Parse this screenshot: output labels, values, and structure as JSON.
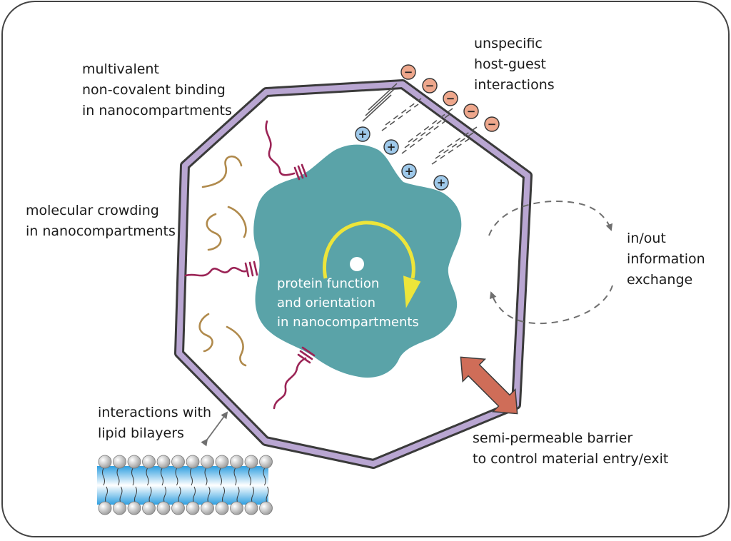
{
  "labels": {
    "multivalent": [
      "multivalent",
      "non-covalent binding",
      "in nanocompartments"
    ],
    "unspecific": [
      "unspecific",
      "host-guest",
      "interactions"
    ],
    "crowding": [
      "molecular crowding",
      "in nanocompartments"
    ],
    "inout": [
      "in/out",
      "information",
      "exchange"
    ],
    "protein": [
      "protein function",
      "and orientation",
      "in nanocompartments"
    ],
    "lipid": [
      "interactions with",
      "lipid bilayers"
    ],
    "barrier": [
      "semi-permeable barrier",
      "to control material entry/exit"
    ]
  },
  "charges": {
    "negative": "−",
    "positive": "+"
  },
  "colors": {
    "shell": "#b9a6d2",
    "protein": "#5aa3a8",
    "negative": "#eea78c",
    "positive": "#9fc9ea",
    "ligand": "#9b2456",
    "crowder": "#b08a4c",
    "arrow_yellow": "#ede53a",
    "barrier_arrow": "#cf6d58"
  }
}
